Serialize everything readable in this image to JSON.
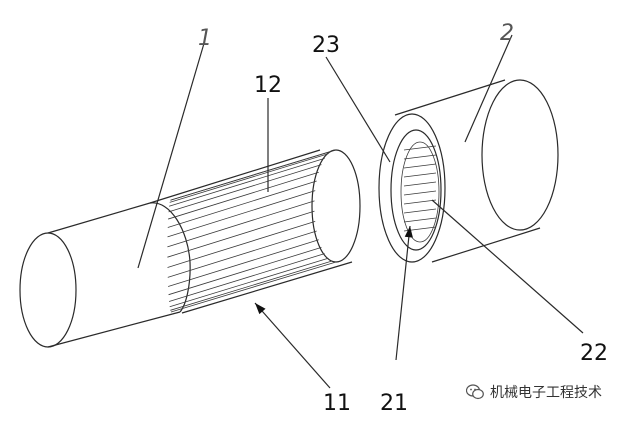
{
  "diagram": {
    "labels": [
      {
        "id": "label-1",
        "text": "1",
        "style": "hand"
      },
      {
        "id": "label-2",
        "text": "2",
        "style": "hand"
      },
      {
        "id": "label-12",
        "text": "12",
        "style": "normal"
      },
      {
        "id": "label-23",
        "text": "23",
        "style": "normal"
      },
      {
        "id": "label-11",
        "text": "11",
        "style": "normal"
      },
      {
        "id": "label-21",
        "text": "21",
        "style": "normal"
      },
      {
        "id": "label-22",
        "text": "22",
        "style": "normal"
      }
    ]
  },
  "watermark": {
    "text": "机械电子工程技术",
    "icon": "wechat-icon"
  },
  "colors": {
    "line": "#2a2a2a",
    "background": "#ffffff"
  }
}
